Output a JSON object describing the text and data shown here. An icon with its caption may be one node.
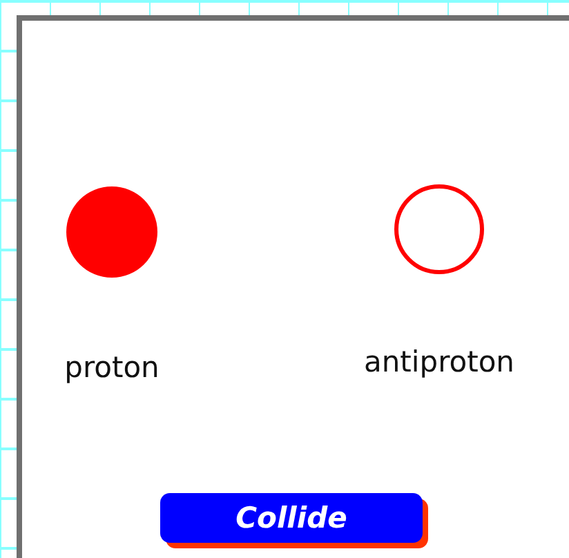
{
  "diagram": {
    "nodes": [
      {
        "text": [
          "proton"
        ]
      },
      {
        "text": [
          "antiproton"
        ]
      }
    ],
    "labels": [
      "Collide"
    ]
  }
}
